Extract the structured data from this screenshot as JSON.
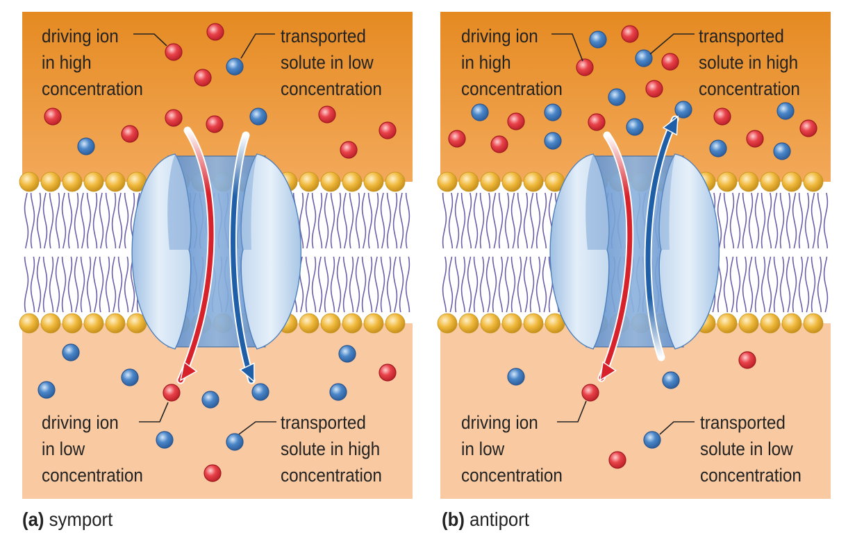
{
  "colors": {
    "outside_top": "#e58a22",
    "outside_mid": "#f3a95a",
    "inside": "#f9c9a1",
    "head": "#f0b93c",
    "tail": "#6b5ea8",
    "driving_ion": "#e8424a",
    "solute": "#4a86c8",
    "arrow_red": "#d8222b",
    "arrow_blue": "#1f5fa8",
    "protein": "#bcd5ee"
  },
  "panels": [
    {
      "id": "a",
      "caption_letter": "(a)",
      "caption_text": "symport",
      "labels": {
        "top_left": "driving ion\nin high\nconcentration",
        "top_right": "transported\nsolute in low\nconcentration",
        "bottom_left": "driving ion\nin low\nconcentration",
        "bottom_right": "transported\nsolute in high\nconcentration"
      }
    },
    {
      "id": "b",
      "caption_letter": "(b)",
      "caption_text": "antiport",
      "labels": {
        "top_left": "driving ion\nin high\nconcentration",
        "top_right": "transported\nsolute in high\nconcentration",
        "bottom_left": "driving ion\nin low\nconcentration",
        "bottom_right": "transported\nsolute in low\nconcentration"
      }
    }
  ]
}
